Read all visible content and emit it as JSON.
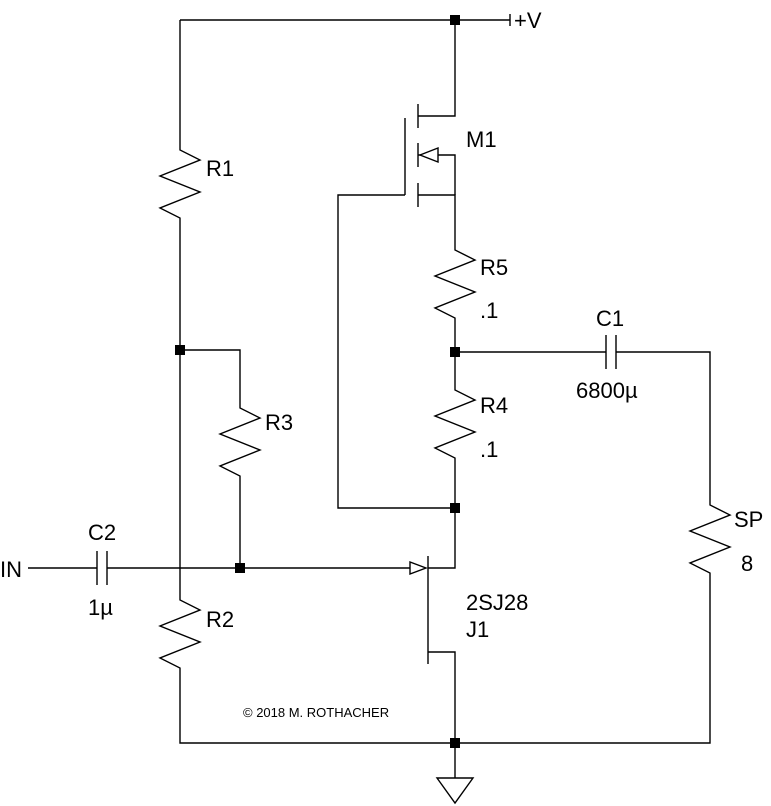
{
  "supply_label": "+V",
  "input_label": "IN",
  "components": {
    "R1": {
      "ref": "R1",
      "value": ""
    },
    "R2": {
      "ref": "R2",
      "value": ""
    },
    "R3": {
      "ref": "R3",
      "value": ""
    },
    "R4": {
      "ref": "R4",
      "value": ".1"
    },
    "R5": {
      "ref": "R5",
      "value": ".1"
    },
    "C1": {
      "ref": "C1",
      "value": "6800µ"
    },
    "C2": {
      "ref": "C2",
      "value": "1µ"
    },
    "M1": {
      "ref": "M1"
    },
    "J1": {
      "ref": "J1",
      "part": "2SJ28"
    },
    "SP": {
      "ref": "SP",
      "value": "8"
    }
  },
  "copyright": "© 2018 M. ROTHACHER"
}
